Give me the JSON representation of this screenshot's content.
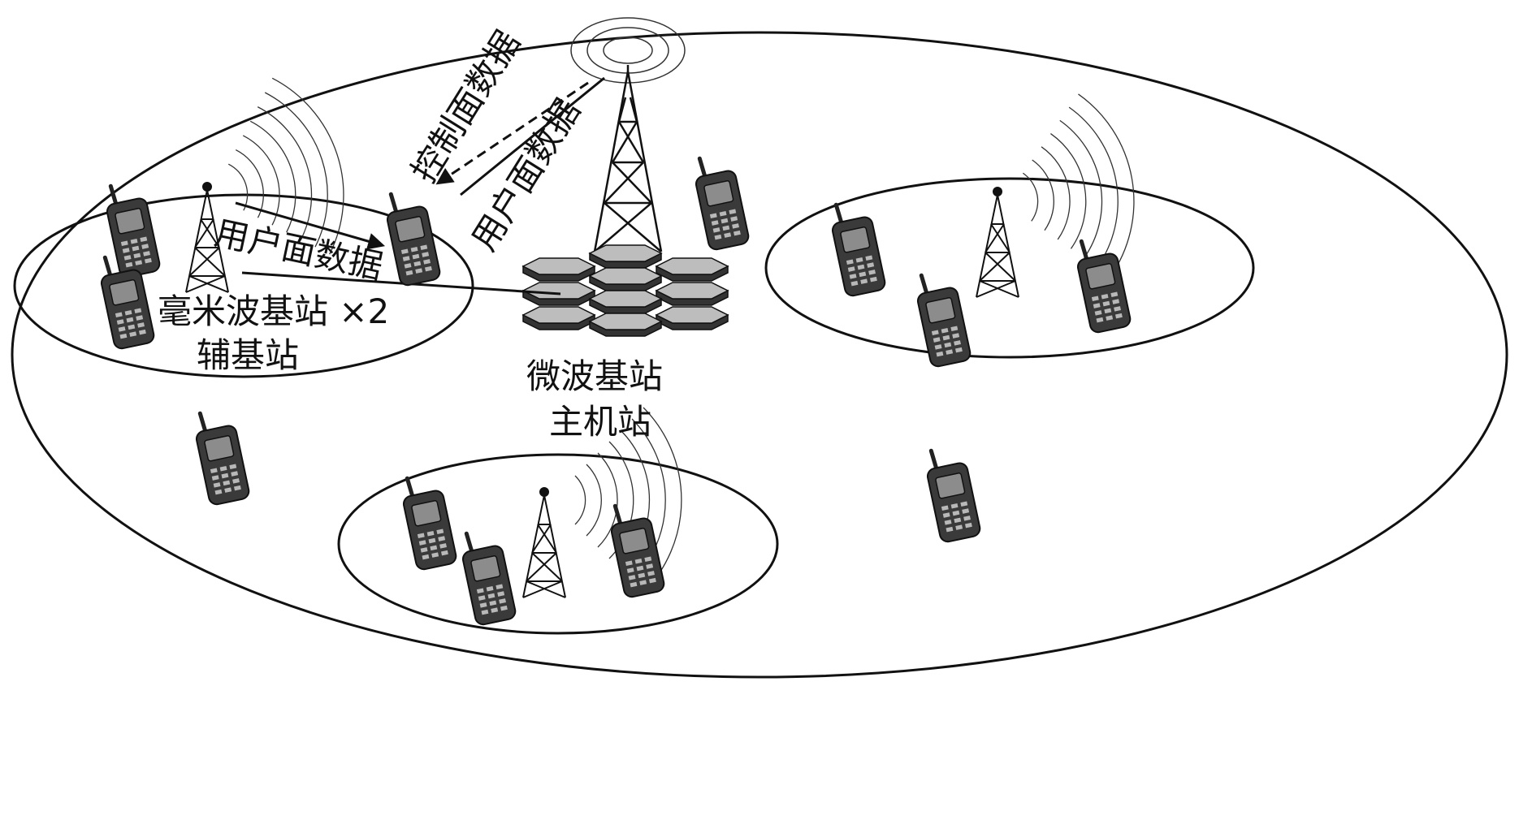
{
  "labels": {
    "control_plane": "控制面数据",
    "user_plane_macro": "用户面数据",
    "user_plane_small": "用户面数据",
    "mmwave_station": "毫米波基站 ×2",
    "secondary_station": "辅基站",
    "microwave_station": "微波基站",
    "master_station": "主机站"
  },
  "colors": {
    "line": "#111111",
    "phone_body": "#3a3a3a",
    "phone_screen": "#8c8c8c",
    "hex_top": "#bdbdbd",
    "hex_side": "#3a3a3a"
  },
  "icons": {
    "phone": "mobile-phone-icon",
    "tower": "cell-tower-icon",
    "radio": "radio-wave-icon",
    "cell": "hexagon-cell-icon"
  }
}
